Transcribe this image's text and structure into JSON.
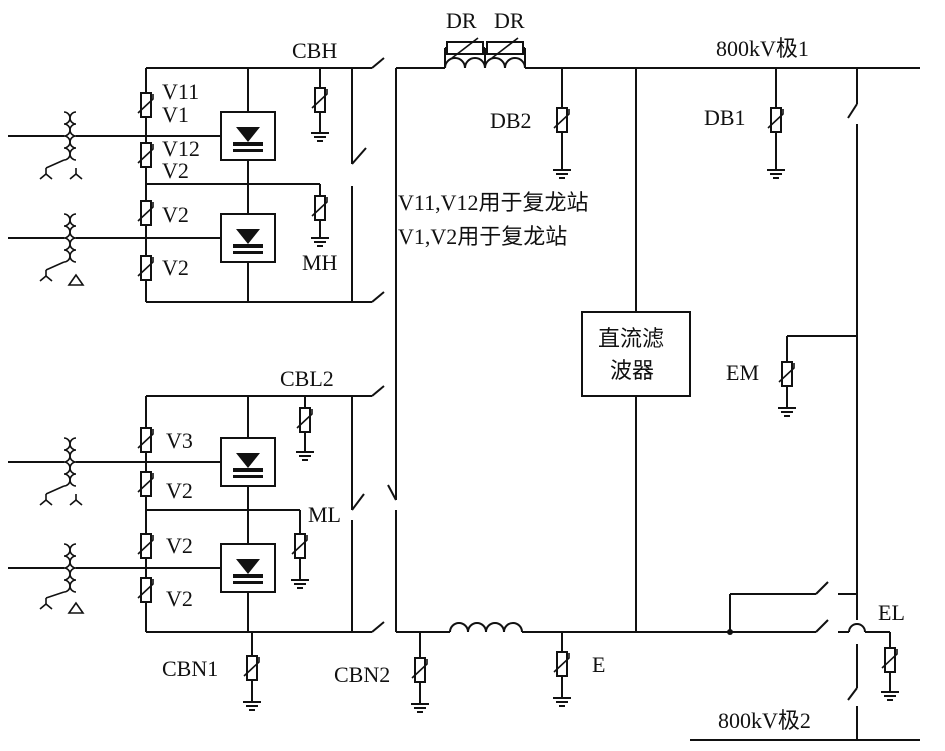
{
  "labels": {
    "DR": "DR",
    "CBH": "CBH",
    "pole1": "800kV极1",
    "DB2": "DB2",
    "DB1": "DB1",
    "V11": "V11",
    "V1": "V1",
    "V12": "V12",
    "V2": "V2",
    "V3": "V3",
    "MH": "MH",
    "note1": "V11,V12用于复龙站",
    "note2": "V1,V2用于复龙站",
    "filter1": "直流滤",
    "filter2": "波器",
    "EM": "EM",
    "CBL2": "CBL2",
    "ML": "ML",
    "CBN1": "CBN1",
    "CBN2": "CBN2",
    "E": "E",
    "EL": "EL",
    "pole2": "800kV极2"
  }
}
